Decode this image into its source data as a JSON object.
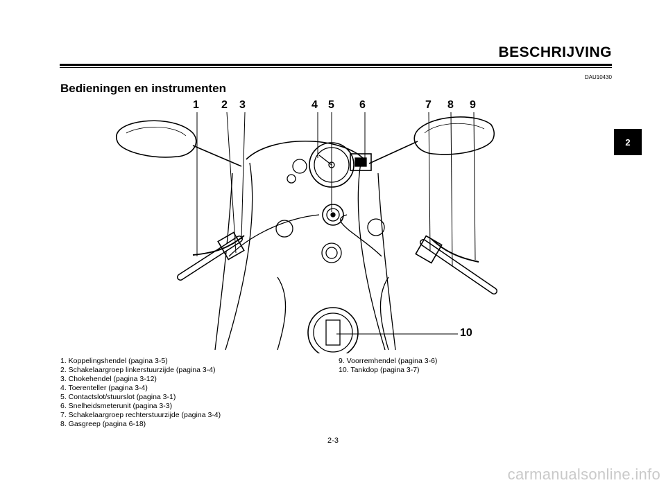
{
  "header": {
    "section_title": "BESCHRIJVING",
    "doc_code": "DAU10430"
  },
  "heading": "Bedieningen en instrumenten",
  "chapter_tab": "2",
  "figure": {
    "callouts": [
      "1",
      "2",
      "3",
      "4",
      "5",
      "6",
      "7",
      "8",
      "9",
      "10"
    ]
  },
  "legend": {
    "left": [
      "1. Koppelingshendel (pagina 3-5)",
      "2. Schakelaargroep linkerstuurzijde (pagina 3-4)",
      "3. Chokehendel (pagina 3-12)",
      "4. Toerenteller (pagina 3-4)",
      "5. Contactslot/stuurslot (pagina 3-1)",
      "6. Snelheidsmeterunit (pagina 3-3)",
      "7. Schakelaargroep rechterstuurzijde (pagina 3-4)",
      "8. Gasgreep (pagina 6-18)"
    ],
    "right": [
      "9. Voorremhendel (pagina 3-6)",
      "10. Tankdop (pagina 3-7)"
    ]
  },
  "page_number": "2-3",
  "watermark": "carmanualsonline.info"
}
